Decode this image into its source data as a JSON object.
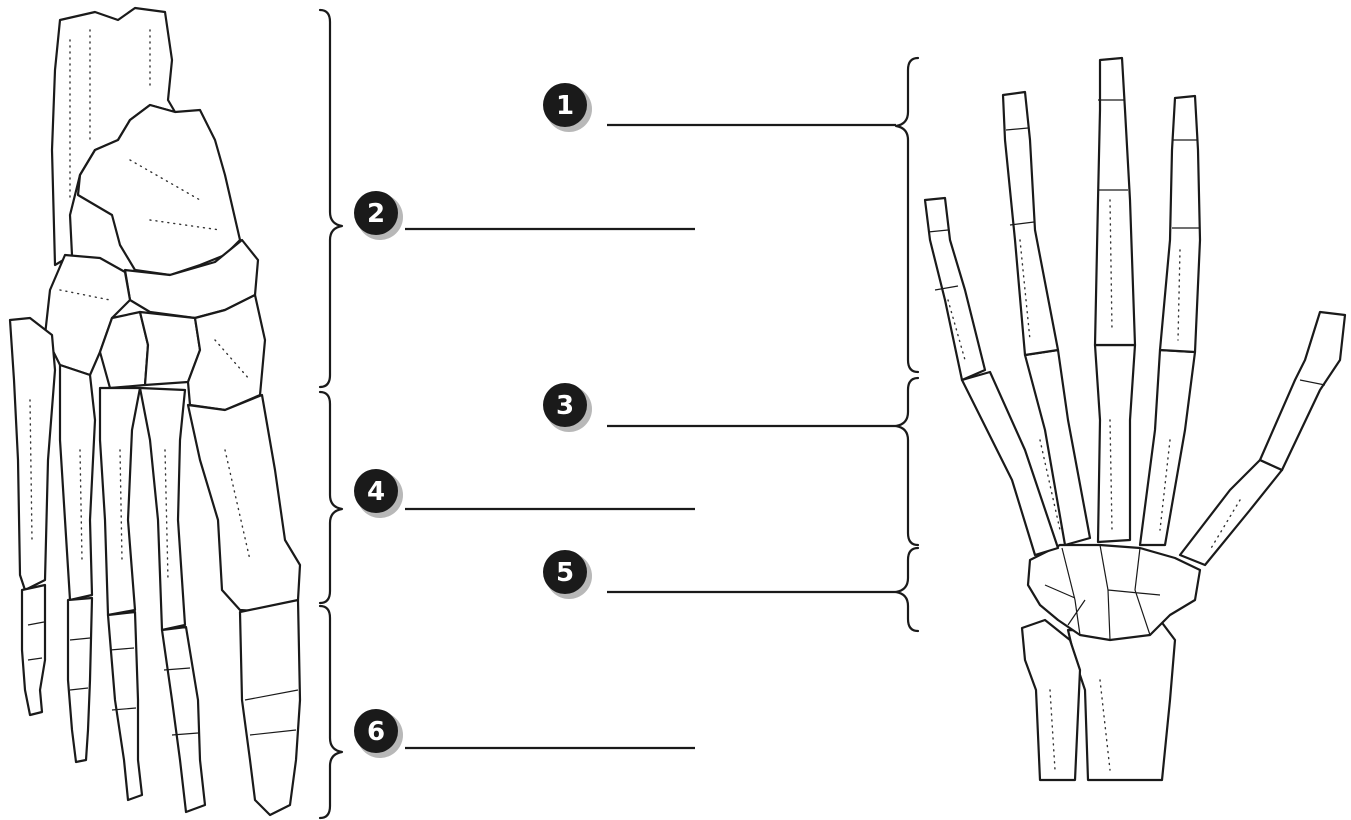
{
  "labels": [
    {
      "id": "1",
      "text": "1"
    },
    {
      "id": "2",
      "text": "2"
    },
    {
      "id": "3",
      "text": "3"
    },
    {
      "id": "4",
      "text": "4"
    },
    {
      "id": "5",
      "text": "5"
    },
    {
      "id": "6",
      "text": "6"
    }
  ],
  "figures": {
    "left": "foot-skeleton",
    "right": "hand-skeleton"
  },
  "colors": {
    "ink": "#1a1a1a",
    "paper": "#ffffff",
    "badge_shadow": "#b8b8b8"
  }
}
